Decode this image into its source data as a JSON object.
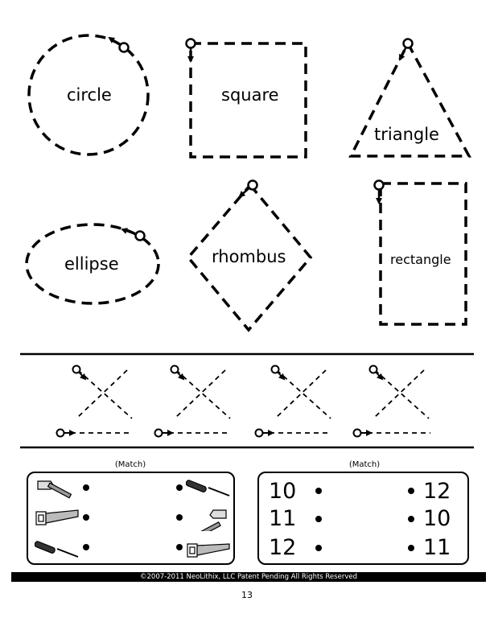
{
  "shapes": {
    "circle": "circle",
    "square": "square",
    "triangle": "triangle",
    "ellipse": "ellipse",
    "rhombus": "rhombus",
    "rectangle": "rectangle"
  },
  "match_left": {
    "title": "(Match)",
    "left_tools": [
      "hammer-icon",
      "saw-icon",
      "screwdriver-icon"
    ],
    "right_tools": [
      "screwdriver-icon",
      "hammer-icon",
      "saw-icon"
    ]
  },
  "match_right": {
    "title": "(Match)",
    "left_numbers": [
      "10",
      "11",
      "12"
    ],
    "right_numbers": [
      "12",
      "10",
      "11"
    ]
  },
  "footer": {
    "copyright": "©2007-2011 NeoLithix, LLC  Patent Pending  All Rights Reserved",
    "page_number": "13"
  }
}
